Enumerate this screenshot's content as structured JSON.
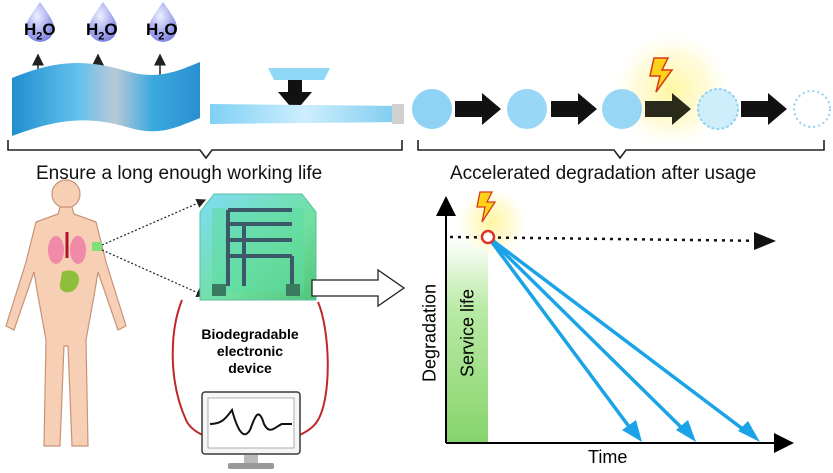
{
  "water_label": {
    "main": "H",
    "sub": "2",
    "tail": "O"
  },
  "captions": {
    "left": "Ensure a long enough working life",
    "right": "Accelerated degradation after usage"
  },
  "device": {
    "line1": "Biodegradable",
    "line2": "electronic",
    "line3": "device"
  },
  "chart": {
    "ylabel": "Degradation",
    "xlabel": "Time",
    "shaded_region": "Service life"
  },
  "colors": {
    "film_blue": "#2d9bd8",
    "sphere_blue": "#8fd3f4",
    "arrow_blue": "#1aa3e6",
    "service_green": "#8fd87a",
    "glow_yellow": "#fff27a",
    "body_skin": "#f6cfb5",
    "lead_red": "#c0262a"
  }
}
